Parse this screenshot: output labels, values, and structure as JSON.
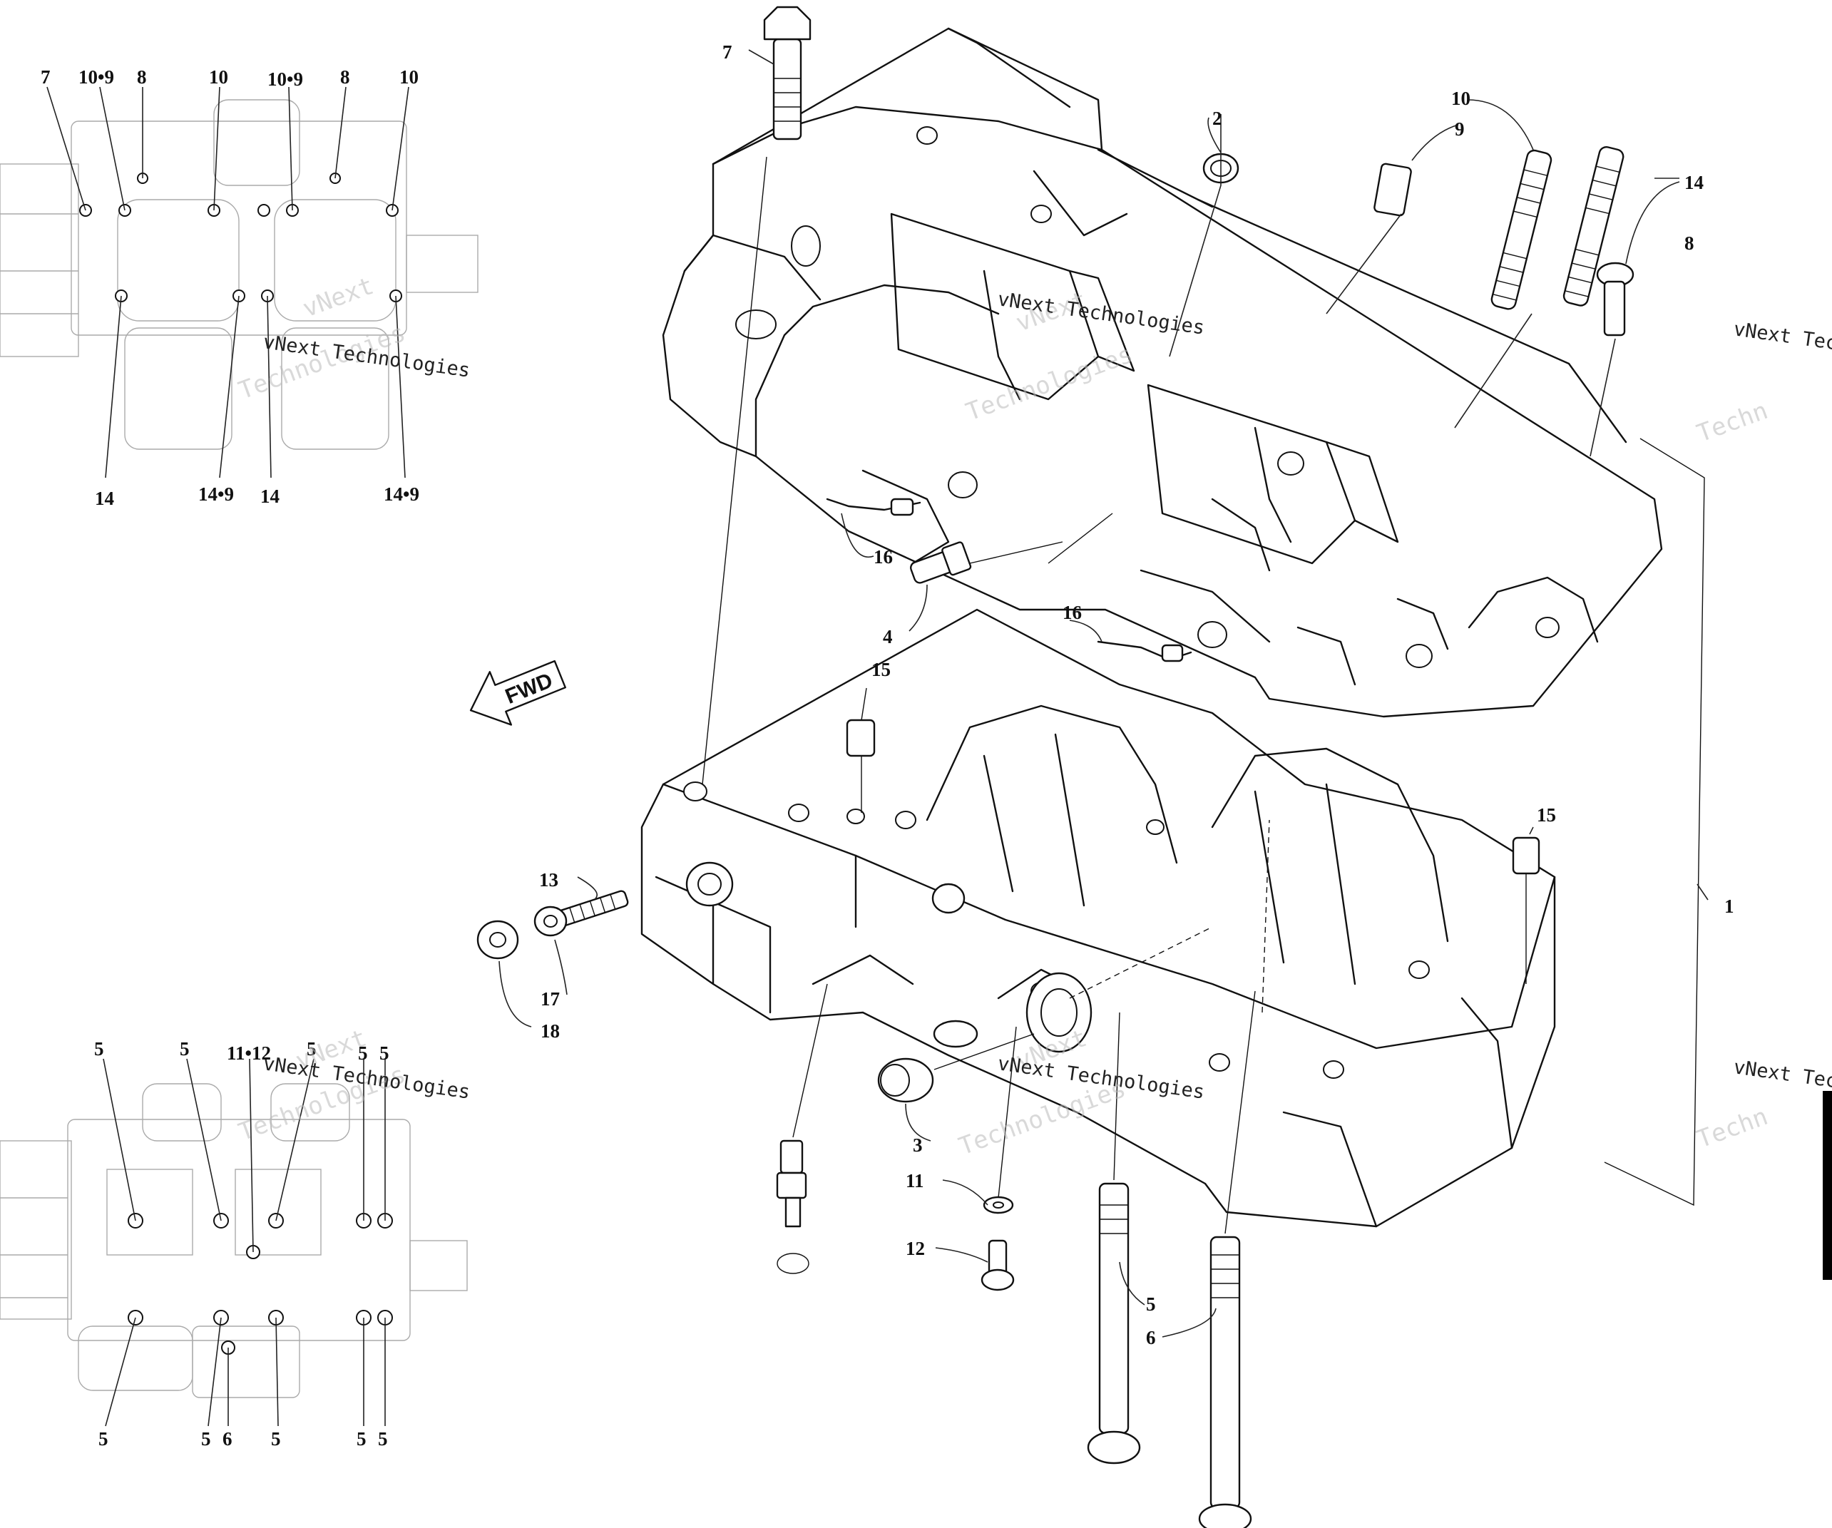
{
  "callouts": {
    "top_inset": [
      {
        "id": "ti-7",
        "label": "7"
      },
      {
        "id": "ti-10-9-a",
        "label": "10•9"
      },
      {
        "id": "ti-8-a",
        "label": "8"
      },
      {
        "id": "ti-10-a",
        "label": "10"
      },
      {
        "id": "ti-10-9-b",
        "label": "10•9"
      },
      {
        "id": "ti-8-b",
        "label": "8"
      },
      {
        "id": "ti-10-b",
        "label": "10"
      },
      {
        "id": "ti-14-a",
        "label": "14"
      },
      {
        "id": "ti-14-9-a",
        "label": "14•9"
      },
      {
        "id": "ti-14-b",
        "label": "14"
      },
      {
        "id": "ti-14-9-b",
        "label": "14•9"
      }
    ],
    "bottom_inset": [
      {
        "id": "bi-5-a",
        "label": "5"
      },
      {
        "id": "bi-5-b",
        "label": "5"
      },
      {
        "id": "bi-11-12",
        "label": "11•12"
      },
      {
        "id": "bi-5-c",
        "label": "5"
      },
      {
        "id": "bi-5-d",
        "label": "5"
      },
      {
        "id": "bi-5-e",
        "label": "5"
      },
      {
        "id": "bi-5-f",
        "label": "5"
      },
      {
        "id": "bi-5-g",
        "label": "5"
      },
      {
        "id": "bi-6",
        "label": "6"
      },
      {
        "id": "bi-5-h",
        "label": "5"
      },
      {
        "id": "bi-5-i",
        "label": "5"
      },
      {
        "id": "bi-5-j",
        "label": "5"
      }
    ],
    "main": [
      {
        "id": "m-7",
        "label": "7"
      },
      {
        "id": "m-2",
        "label": "2"
      },
      {
        "id": "m-10",
        "label": "10"
      },
      {
        "id": "m-9",
        "label": "9"
      },
      {
        "id": "m-14",
        "label": "14"
      },
      {
        "id": "m-8",
        "label": "8"
      },
      {
        "id": "m-16-a",
        "label": "16"
      },
      {
        "id": "m-4",
        "label": "4"
      },
      {
        "id": "m-16-b",
        "label": "16"
      },
      {
        "id": "m-15-a",
        "label": "15"
      },
      {
        "id": "m-15-b",
        "label": "15"
      },
      {
        "id": "m-1",
        "label": "1"
      },
      {
        "id": "m-13",
        "label": "13"
      },
      {
        "id": "m-17",
        "label": "17"
      },
      {
        "id": "m-18",
        "label": "18"
      },
      {
        "id": "m-3",
        "label": "3"
      },
      {
        "id": "m-11",
        "label": "11"
      },
      {
        "id": "m-12",
        "label": "12"
      },
      {
        "id": "m-5",
        "label": "5"
      },
      {
        "id": "m-6",
        "label": "6"
      }
    ]
  },
  "fwd_label": "FWD",
  "watermark": {
    "line1": "vNext",
    "line2": "Technologies",
    "banner": "vNext Technologies",
    "edge_a": "vNext Tec",
    "edge_b": "Techn"
  }
}
